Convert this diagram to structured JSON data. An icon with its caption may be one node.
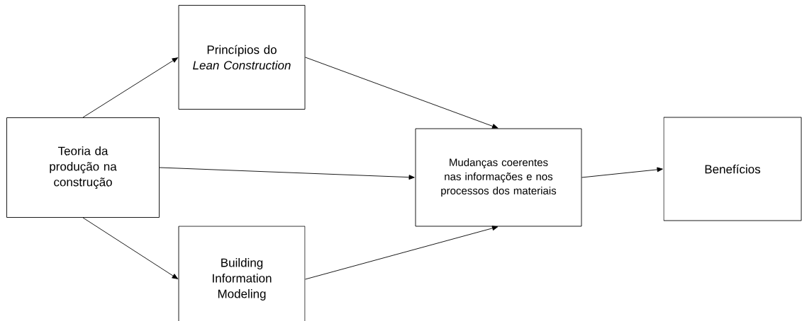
{
  "diagram": {
    "nodes": [
      {
        "text": [
          "Teoria da produção na construção"
        ]
      },
      {
        "text": [
          "Princípios do *Lean Construction*"
        ]
      },
      {
        "text": [
          "Building Information Modeling"
        ]
      },
      {
        "text": [
          "Mudanças coerentes nas informações e nos processos dos materiais"
        ]
      },
      {
        "text": [
          "Benefícios"
        ]
      }
    ],
    "edges": [
      {
        "from": 0,
        "to": 1,
        "arrow": "to"
      },
      {
        "from": 0,
        "to": 3,
        "arrow": "to"
      },
      {
        "from": 0,
        "to": 2,
        "arrow": "to"
      },
      {
        "from": 1,
        "to": 3,
        "arrow": "to"
      },
      {
        "from": 2,
        "to": 3,
        "arrow": "to"
      },
      {
        "from": 3,
        "to": 4,
        "arrow": "to"
      }
    ]
  }
}
